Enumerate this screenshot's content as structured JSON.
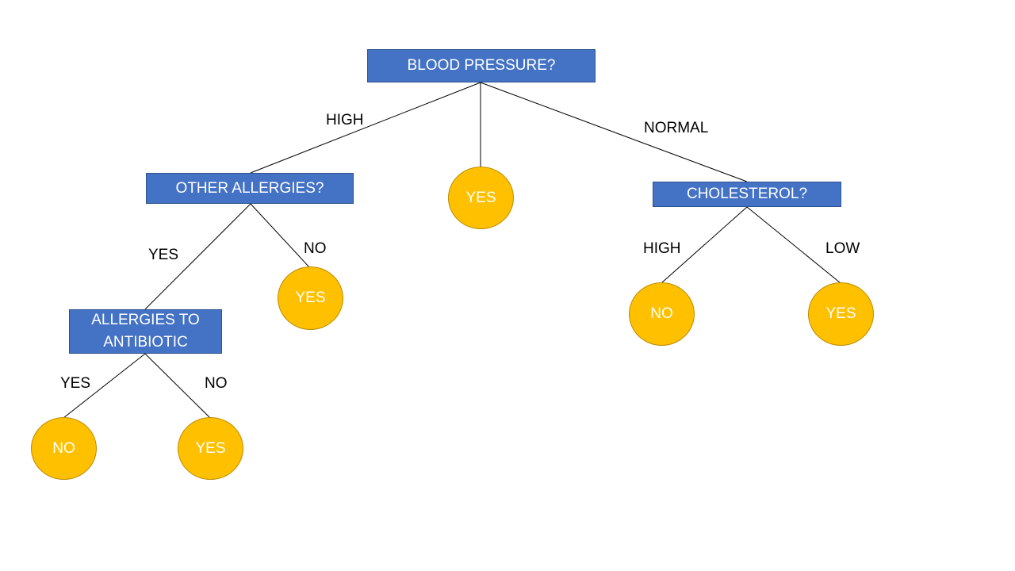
{
  "colors": {
    "decision_fill": "#4472c4",
    "leaf_fill": "#ffc000",
    "line": "#000000"
  },
  "nodes": {
    "root": "BLOOD PRESSURE?",
    "other_allergies": "OTHER ALLERGIES?",
    "allergies_antibiotic": "ALLERGIES TO ANTIBIOTIC",
    "cholesterol": "CHOLESTEROL?",
    "leaf_center": "YES",
    "leaf_other_no": "YES",
    "leaf_anti_yes": "NO",
    "leaf_anti_no": "YES",
    "leaf_chol_high": "NO",
    "leaf_chol_low": "YES"
  },
  "edges": {
    "root_high": "HIGH",
    "root_normal": "NORMAL",
    "other_yes": "YES",
    "other_no": "NO",
    "anti_yes": "YES",
    "anti_no": "NO",
    "chol_high": "HIGH",
    "chol_low": "LOW"
  }
}
